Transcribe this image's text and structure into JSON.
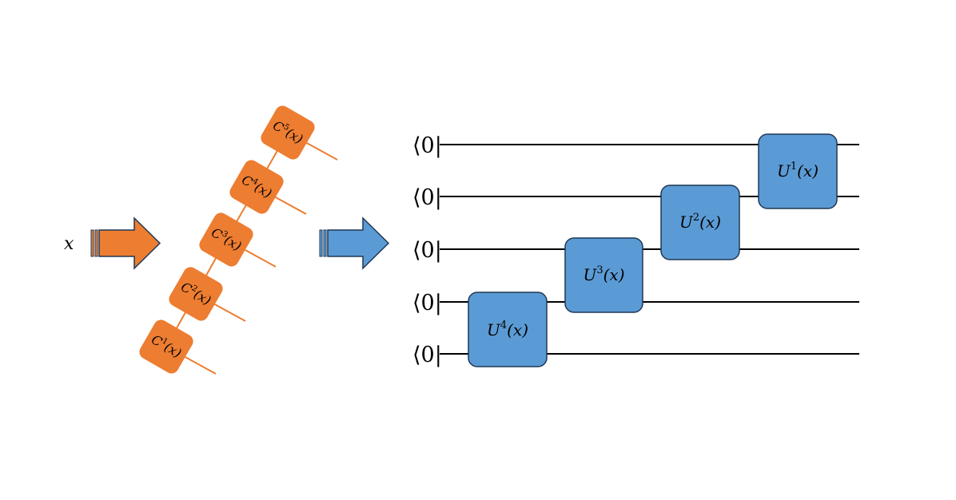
{
  "input_label": "x",
  "colors": {
    "orange": "#ed7d31",
    "orange_stroke": "#d86a20",
    "blue": "#5b9bd5",
    "blue_stroke": "#1f3855",
    "wire": "#000000"
  },
  "chain_blocks": [
    {
      "base": "C",
      "sup": "1",
      "arg": "(x)"
    },
    {
      "base": "C",
      "sup": "2",
      "arg": "(x)"
    },
    {
      "base": "C",
      "sup": "3",
      "arg": "(x)"
    },
    {
      "base": "C",
      "sup": "4",
      "arg": "(x)"
    },
    {
      "base": "C",
      "sup": "5",
      "arg": "(x)"
    }
  ],
  "qubit_inputs": [
    "⟨0|",
    "⟨0|",
    "⟨0|",
    "⟨0|",
    "⟨0|"
  ],
  "circuit_gates": [
    {
      "base": "U",
      "sup": "1",
      "arg": "(x)"
    },
    {
      "base": "U",
      "sup": "2",
      "arg": "(x)"
    },
    {
      "base": "U",
      "sup": "3",
      "arg": "(x)"
    },
    {
      "base": "U",
      "sup": "4",
      "arg": "(x)"
    }
  ]
}
